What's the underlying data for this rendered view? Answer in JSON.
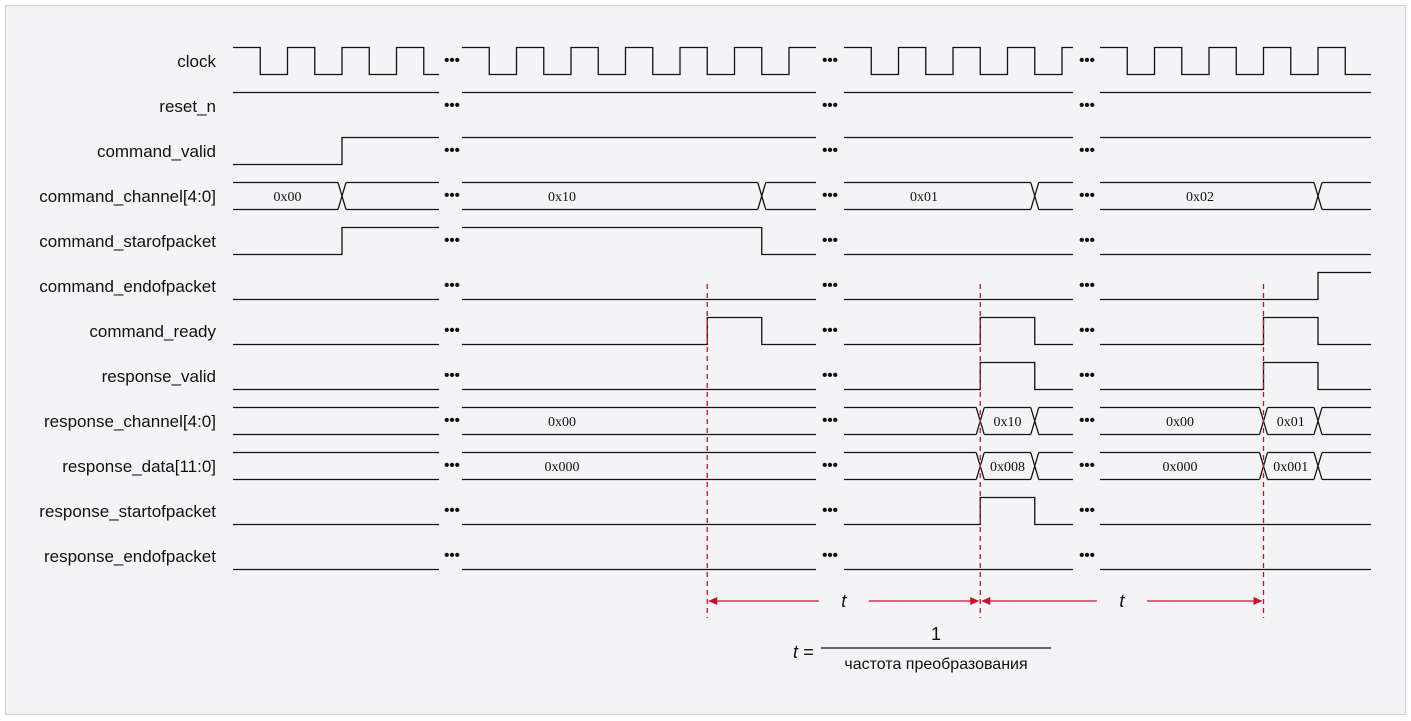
{
  "signals": [
    {
      "id": "clock",
      "label": "clock",
      "type": "clock"
    },
    {
      "id": "reset_n",
      "label": "reset_n",
      "type": "bit",
      "levels": [
        "high",
        "high",
        "high",
        "high"
      ],
      "events": []
    },
    {
      "id": "command_valid",
      "label": "command_valid",
      "type": "bit",
      "levels": [
        "low",
        "high",
        "high",
        "high"
      ],
      "events": [
        {
          "seg": 0,
          "clk": 4,
          "level": "high"
        }
      ]
    },
    {
      "id": "command_channel",
      "label": "command_channel[4:0]",
      "type": "bus",
      "values": [
        {
          "seg": 0,
          "text": "0x00"
        },
        {
          "seg": 1,
          "text": "0x10"
        },
        {
          "seg": 2,
          "text": "0x01"
        },
        {
          "seg": 3,
          "text": "0x02"
        }
      ],
      "transitions": [
        {
          "seg": 0,
          "clk": 4
        },
        {
          "seg": 1,
          "clk": 11
        },
        {
          "seg": 2,
          "clk": 7
        },
        {
          "seg": 3,
          "clk": 8
        }
      ]
    },
    {
      "id": "command_startofpacket",
      "label": "command_starofpacket",
      "type": "bit",
      "levels": [
        "low",
        "high",
        "low",
        "low"
      ],
      "events": [
        {
          "seg": 0,
          "clk": 4,
          "level": "high"
        },
        {
          "seg": 1,
          "clk": 11,
          "level": "low"
        }
      ]
    },
    {
      "id": "command_endofpacket",
      "label": "command_endofpacket",
      "type": "bit",
      "levels": [
        "low",
        "low",
        "low",
        "low"
      ],
      "events": [
        {
          "seg": 3,
          "clk": 8,
          "level": "high"
        }
      ]
    },
    {
      "id": "command_ready",
      "label": "command_ready",
      "type": "bit",
      "levels": [
        "low",
        "low",
        "low",
        "low"
      ],
      "events": [
        {
          "seg": 1,
          "clk": 9,
          "level": "high"
        },
        {
          "seg": 1,
          "clk": 11,
          "level": "low"
        },
        {
          "seg": 2,
          "clk": 5,
          "level": "high"
        },
        {
          "seg": 2,
          "clk": 7,
          "level": "low"
        },
        {
          "seg": 3,
          "clk": 6,
          "level": "high"
        },
        {
          "seg": 3,
          "clk": 8,
          "level": "low"
        }
      ]
    },
    {
      "id": "response_valid",
      "label": "response_valid",
      "type": "bit",
      "levels": [
        "low",
        "low",
        "low",
        "low"
      ],
      "events": [
        {
          "seg": 2,
          "clk": 5,
          "level": "high"
        },
        {
          "seg": 2,
          "clk": 7,
          "level": "low"
        },
        {
          "seg": 3,
          "clk": 6,
          "level": "high"
        },
        {
          "seg": 3,
          "clk": 8,
          "level": "low"
        }
      ]
    },
    {
      "id": "response_channel",
      "label": "response_channel[4:0]",
      "type": "bus",
      "values": [
        {
          "seg": 1,
          "text": "0x00"
        },
        {
          "seg": 2,
          "text": "0x10",
          "from": 5,
          "to": 7
        },
        {
          "seg": 3,
          "text": "0x00"
        },
        {
          "seg": 3,
          "text": "0x01",
          "from": 6,
          "to": 8
        }
      ],
      "transitions": [
        {
          "seg": 2,
          "clk": 5
        },
        {
          "seg": 2,
          "clk": 7
        },
        {
          "seg": 3,
          "clk": 6
        },
        {
          "seg": 3,
          "clk": 8
        }
      ]
    },
    {
      "id": "response_data",
      "label": "response_data[11:0]",
      "type": "bus",
      "values": [
        {
          "seg": 1,
          "text": "0x000"
        },
        {
          "seg": 2,
          "text": "0x008",
          "from": 5,
          "to": 7
        },
        {
          "seg": 3,
          "text": "0x000"
        },
        {
          "seg": 3,
          "text": "0x001",
          "from": 6,
          "to": 8
        }
      ],
      "transitions": [
        {
          "seg": 2,
          "clk": 5
        },
        {
          "seg": 2,
          "clk": 7
        },
        {
          "seg": 3,
          "clk": 6
        },
        {
          "seg": 3,
          "clk": 8
        }
      ]
    },
    {
      "id": "response_startofpacket",
      "label": "response_startofpacket",
      "type": "bit",
      "levels": [
        "low",
        "low",
        "low",
        "low"
      ],
      "events": [
        {
          "seg": 2,
          "clk": 5,
          "level": "high"
        },
        {
          "seg": 2,
          "clk": 7,
          "level": "low"
        }
      ]
    },
    {
      "id": "response_endofpacket",
      "label": "response_endofpacket",
      "type": "bit",
      "levels": [
        "low",
        "low",
        "low",
        "low"
      ],
      "events": []
    }
  ],
  "gap_marker": "•••",
  "period_label": "t",
  "formula": {
    "lhs": "t =",
    "numerator": "1",
    "denominator": "частота преобразования"
  },
  "colors": {
    "signal": "#111111",
    "marker": "#c8102e",
    "panel": "#f4f4f7",
    "border": "#cfcfd6"
  }
}
